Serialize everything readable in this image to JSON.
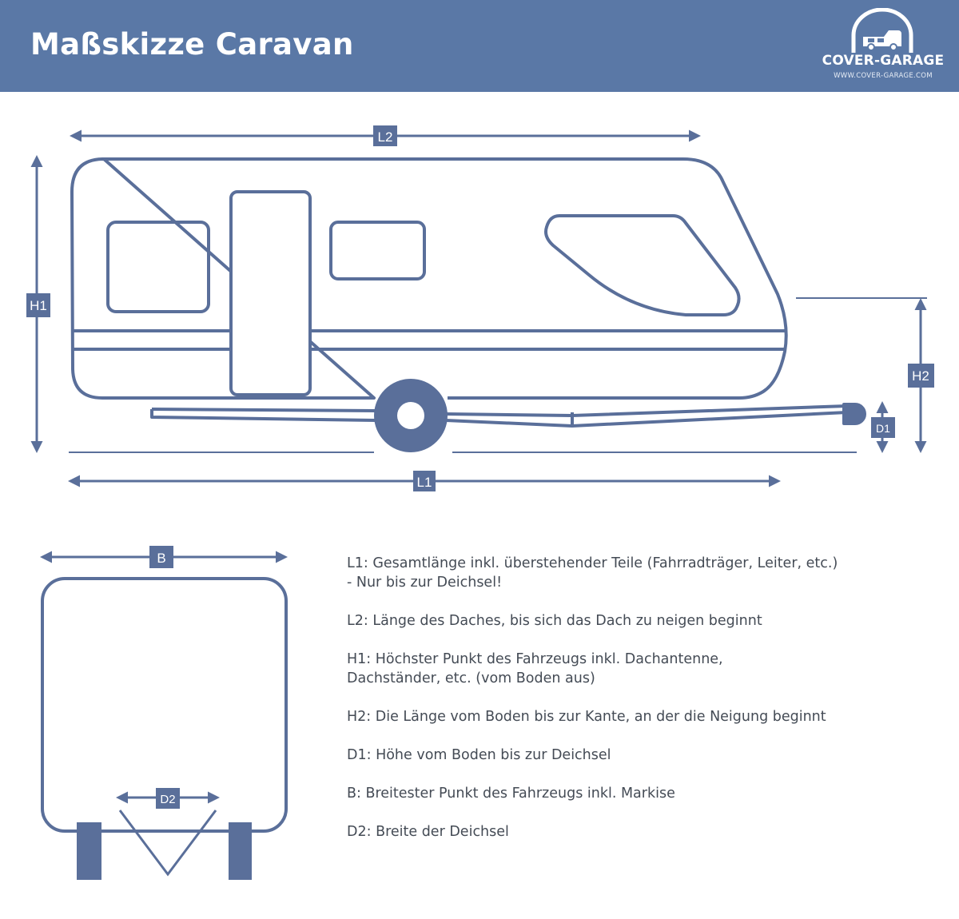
{
  "header": {
    "title": "Maßskizze Caravan",
    "logo": {
      "name": "COVER-GARAGE",
      "url": "WWW.COVER-GARAGE.COM",
      "icon": "camper-van-garage-icon"
    }
  },
  "dimensions": {
    "L1": "L1",
    "L2": "L2",
    "H1": "H1",
    "H2": "H2",
    "D1": "D1",
    "B": "B",
    "D2": "D2"
  },
  "legend": [
    {
      "text": "L1: Gesamtlänge inkl. überstehender Teile (Fahrradträger, Leiter, etc.)\n- Nur bis zur Deichsel!"
    },
    {
      "text": "L2: Länge des Daches, bis sich das Dach zu neigen beginnt"
    },
    {
      "text": "H1: Höchster Punkt des Fahrzeugs inkl. Dachantenne,\nDachständer, etc. (vom Boden aus)"
    },
    {
      "text": "H2: Die Länge vom Boden bis zur Kante, an der die Neigung beginnt"
    },
    {
      "text": "D1: Höhe vom Boden bis zur Deichsel"
    },
    {
      "text": "B: Breitester Punkt des Fahrzeugs inkl. Markise"
    },
    {
      "text": "D2: Breite der Deichsel"
    }
  ],
  "colors": {
    "header_bg": "#5a78a6",
    "line": "#5a6f9a",
    "text": "#444b55"
  }
}
